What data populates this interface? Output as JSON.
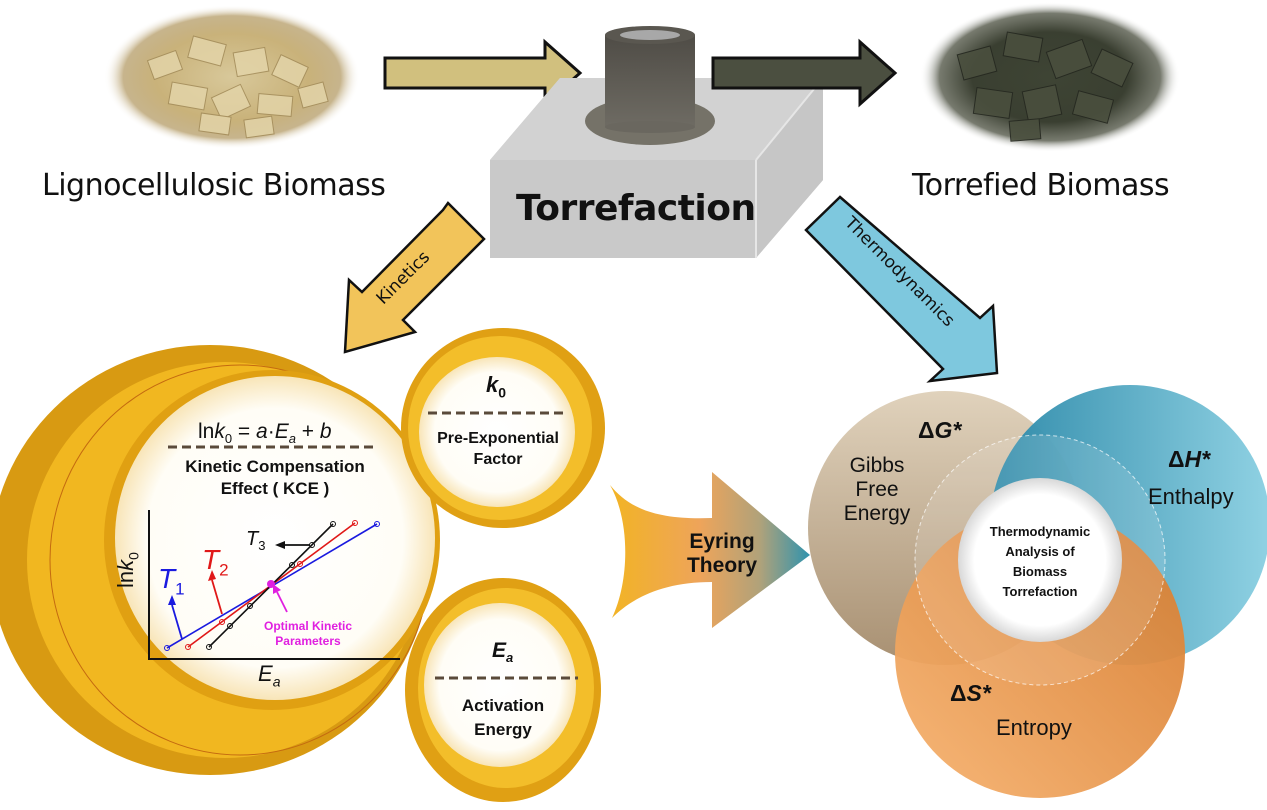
{
  "top_flow": {
    "raw_label": "Lignocellulosic Biomass",
    "process_label": "Torrefaction",
    "product_label": "Torrefied Biomass",
    "raw_image": "light-wood-chips",
    "product_image": "dark-torrefied-wood-chips",
    "reactor_icon": "furnace-chimney-icon"
  },
  "branches": {
    "left_arrow_label": "Kinetics",
    "right_arrow_label": "Thermodynamics",
    "left_color": "#f2c45a",
    "right_color": "#7ec8de"
  },
  "kinetics": {
    "main_ring": {
      "equation_parts": {
        "ln": "ln",
        "k": "k",
        "k_sub": "0",
        "eq": " = ",
        "a": "a",
        "dot": "·",
        "E": "E",
        "E_sub": "a",
        "plus": " + ",
        "b": "b"
      },
      "title_line1": "Kinetic Compensation",
      "title_line2": "Effect ( KCE )",
      "plot": {
        "y_label_ln": "ln",
        "y_label_k": "k",
        "y_label_sub": "0",
        "x_label_E": "E",
        "x_label_sub": "a",
        "series": [
          {
            "name": "T",
            "sub": "1",
            "color": "#1a1adf"
          },
          {
            "name": "T",
            "sub": "2",
            "color": "#e01818"
          },
          {
            "name": "T",
            "sub": "3",
            "color": "#111111"
          }
        ],
        "annotation_line1": "Optimal Kinetic",
        "annotation_line2": "Parameters",
        "annotation_color": "#e020e0"
      }
    },
    "k0_ring": {
      "symbol": "k",
      "symbol_sub": "0",
      "label_line1": "Pre-Exponential",
      "label_line2": "Factor"
    },
    "ea_ring": {
      "symbol": "E",
      "symbol_sub": "a",
      "label_line1": "Activation",
      "label_line2": "Energy"
    }
  },
  "eyring": {
    "label_line1": "Eyring",
    "label_line2": "Theory"
  },
  "thermo": {
    "gibbs": {
      "symbol_delta": "Δ",
      "symbol": "G",
      "star": "*",
      "label_line1": "Gibbs",
      "label_line2": "Free",
      "label_line3": "Energy",
      "color": "#c9b497"
    },
    "enthalpy": {
      "symbol_delta": "Δ",
      "symbol": "H",
      "star": "*",
      "label": "Enthalpy",
      "color": "#4aa8c4"
    },
    "entropy": {
      "symbol_delta": "Δ",
      "symbol": "S",
      "star": "*",
      "label": "Entropy",
      "color": "#ec9a4c"
    },
    "center_line1": "Thermodynamic",
    "center_line2": "Analysis of",
    "center_line3": "Biomass",
    "center_line4": "Torrefaction"
  }
}
